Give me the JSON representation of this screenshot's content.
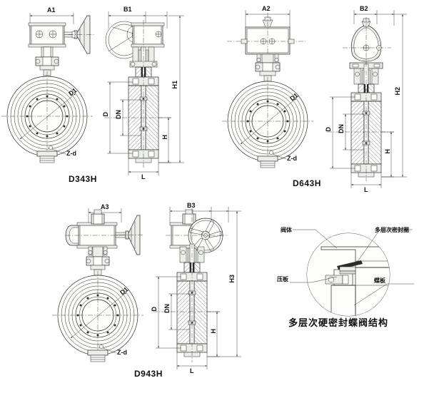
{
  "document": {
    "type": "engineering-drawing",
    "subject": "multi-layer hard-sealing butterfly valve dimension drawings"
  },
  "panels": [
    {
      "id": "d343h",
      "caption": "D343H",
      "actuator": "worm-gear-handwheel",
      "dimensions": {
        "width_top": "A1",
        "width_side": "B1",
        "height_total": "H1",
        "disc_diameter": "D",
        "nominal_diameter": "DN",
        "body_height": "H",
        "face_to_face": "L",
        "bolt_circle": "D1",
        "bolt_count": "Z-d"
      }
    },
    {
      "id": "d643h",
      "caption": "D643H",
      "actuator": "pneumatic-cylinder",
      "dimensions": {
        "width_top": "A2",
        "width_side": "B2",
        "height_total": "H2",
        "disc_diameter": "D",
        "nominal_diameter": "DN",
        "body_height": "H",
        "face_to_face": "L",
        "bolt_circle": "D1",
        "bolt_count": "Z-d"
      }
    },
    {
      "id": "d943h",
      "caption": "D943H",
      "actuator": "electric-motor",
      "dimensions": {
        "width_top": "A3",
        "width_side": "B3",
        "height_total": "H3",
        "disc_diameter": "D",
        "nominal_diameter": "DN",
        "body_height": "H",
        "face_to_face": "L",
        "bolt_circle": "D1",
        "bolt_count": "Z-d"
      }
    }
  ],
  "detail": {
    "title": "多层次硬密封蝶阀结构",
    "labels": {
      "valve_body": "阀体",
      "seal_ring": "多层次密封圈",
      "pressure_plate": "压板",
      "disc": "蝶板"
    }
  }
}
